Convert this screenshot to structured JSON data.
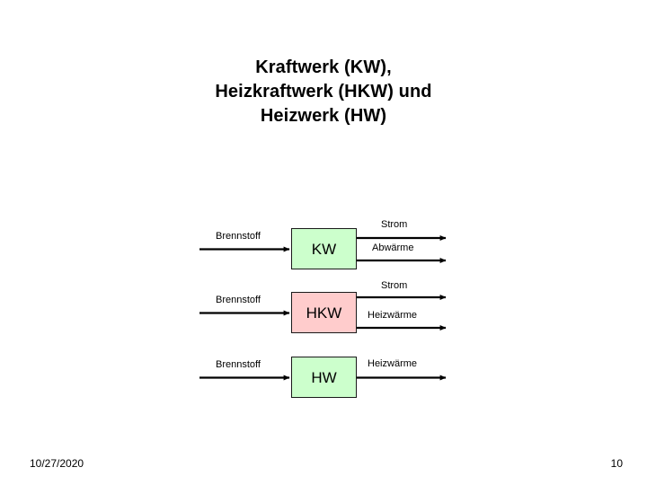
{
  "slide": {
    "title_lines": [
      "Kraftwerk (KW),",
      "Heizkraftwerk (HKW) und",
      "Heizwerk (HW)"
    ],
    "footer": {
      "date": "10/27/2020",
      "page_number": "10"
    }
  },
  "colors": {
    "block_green": "#ccffcc",
    "block_pink": "#ffcccc",
    "block_border": "#1a1a1a",
    "arrow": "#000000",
    "background": "#ffffff",
    "text": "#000000"
  },
  "diagram": {
    "type": "block-flow",
    "rows": [
      {
        "id": "kw",
        "block_label": "KW",
        "block_color": "#ccffcc",
        "inputs": [
          "Brennstoff"
        ],
        "outputs": [
          "Strom",
          "Abwärme"
        ]
      },
      {
        "id": "hkw",
        "block_label": "HKW",
        "block_color": "#ffcccc",
        "inputs": [
          "Brennstoff"
        ],
        "outputs": [
          "Strom",
          "Heizwärme"
        ]
      },
      {
        "id": "hw",
        "block_label": "HW",
        "block_color": "#ccffcc",
        "inputs": [
          "Brennstoff"
        ],
        "outputs": [
          "Heizwärme"
        ]
      }
    ]
  }
}
